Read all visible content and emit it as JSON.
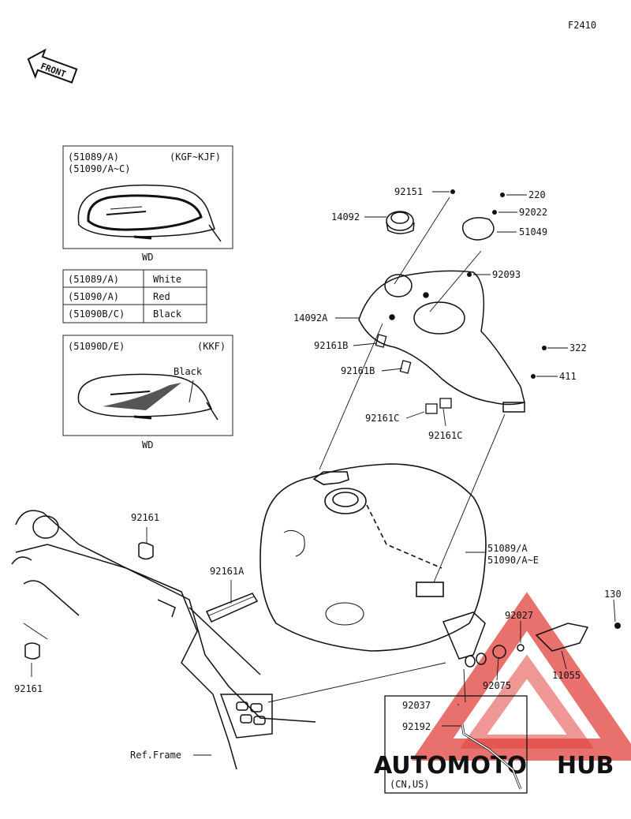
{
  "figure_code": "F2410",
  "front_badge": "FRONT",
  "watermark": {
    "left": "AUTOMOTO",
    "right": "HUB",
    "color_left": "#f2b8a6",
    "color_right": "#9a9a9a",
    "triangle_color": "#e0413c"
  },
  "inset_top": {
    "codes_line1": "(51089/A)",
    "codes_line2": "(51090/A~C)",
    "models": "(KGF~KJF)",
    "caption": "WD"
  },
  "color_table": [
    {
      "code": "(51089/A)",
      "color": "White"
    },
    {
      "code": "(51090/A)",
      "color": "Red"
    },
    {
      "code": "(51090B/C)",
      "color": "Black"
    }
  ],
  "inset_bottom": {
    "codes": "(51090D/E)",
    "models": "(KKF)",
    "color_note": "Black",
    "caption": "WD"
  },
  "parts": {
    "p92151": "92151",
    "p14092": "14092",
    "p220": "220",
    "p92022": "92022",
    "p51049": "51049",
    "p92093": "92093",
    "p14092A": "14092A",
    "p92161B_1": "92161B",
    "p92161B_2": "92161B",
    "p322": "322",
    "p411": "411",
    "p92161C_1": "92161C",
    "p92161C_2": "92161C",
    "p92161_top": "92161",
    "p92161A": "92161A",
    "p51089A": "51089/A",
    "p51090AE": "51090/A~E",
    "p130": "130",
    "p92027": "92027",
    "p92075": "92075",
    "p11055": "11055",
    "p92161_bottom": "92161",
    "p92037": "92037",
    "p92192": "92192",
    "ref_frame": "Ref.Frame",
    "cn_us": "(CN,US)"
  },
  "icons": {
    "front_arrow": "front-arrow-icon"
  }
}
